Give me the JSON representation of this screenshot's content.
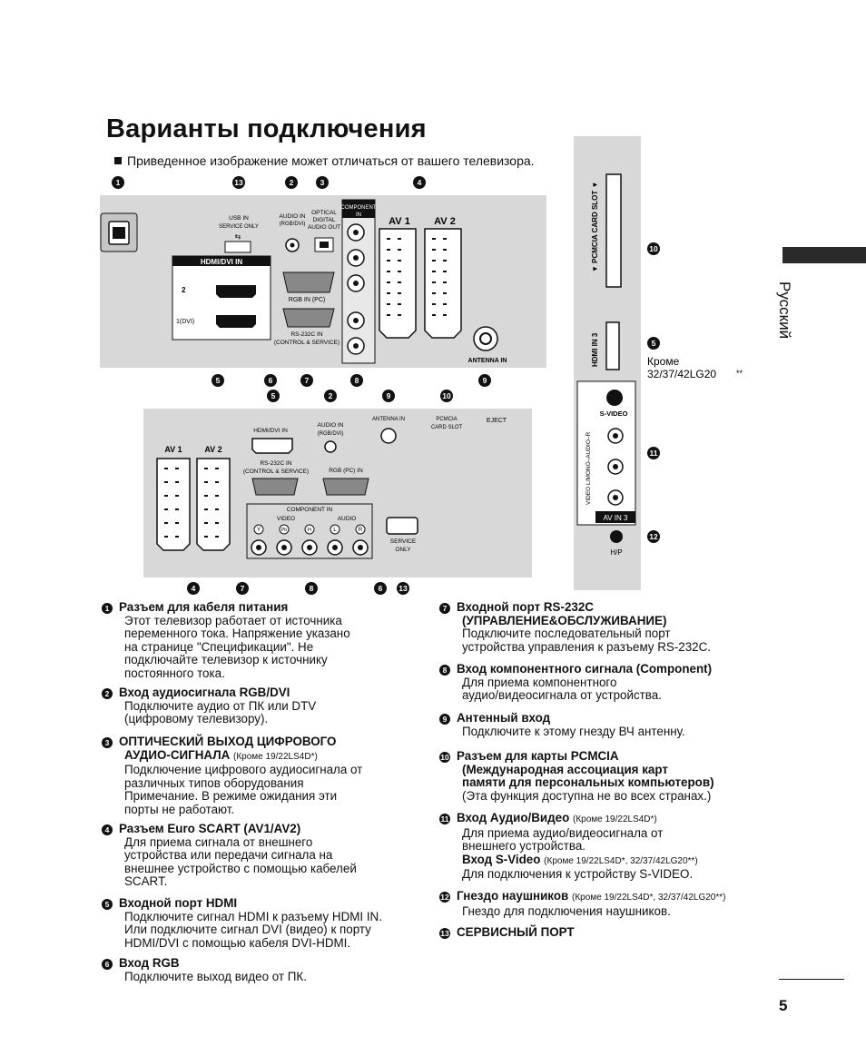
{
  "page": {
    "title": "Варианты подключения",
    "note": "Приведенное изображение может отличаться от вашего телевизора.",
    "language_tab": "Русский",
    "page_number": "5"
  },
  "diagram": {
    "labels": {
      "usb": "USB IN",
      "usb_sub": "SERVICE ONLY",
      "audio_in": "AUDIO IN",
      "audio_in_sub": "(RGB/DVI)",
      "optical1": "OPTICAL",
      "optical2": "DIGITAL",
      "optical3": "AUDIO OUT",
      "component1": "COMPONENT",
      "component2": "IN",
      "av1": "AV 1",
      "av2": "AV 2",
      "hdmi_dvi_in": "HDMI/DVI IN",
      "hdmi_2": "2",
      "hdmi_1": "1(DVI)",
      "rgb_in_pc": "RGB IN (PC)",
      "rs232_1": "RS-232C IN",
      "rs232_2": "(CONTROL & SERVICE)",
      "antenna_in": "ANTENNA IN",
      "pcmcia_slot": "▼ PCMCIA CARD SLOT ▼",
      "hdmi_in3": "HDMI IN 3",
      "except_1": "Кроме",
      "except_2": "32/37/42LG20",
      "except_stars": "**",
      "svideo": "S-VIDEO",
      "av_in3": "AV IN 3",
      "hp": "H/P",
      "side_av": "VIDEO  L/MONO–AUDIO–R",
      "b_hdmi_dvi_in": "HDMI/DVI IN",
      "b_audio_in": "AUDIO IN",
      "b_audio_in_sub": "(RGB/DVI)",
      "b_antenna_in": "ANTENNA IN",
      "b_pcmcia1": "PCMCIA",
      "b_pcmcia2": "CARD SLOT",
      "b_eject": "EJECT",
      "b_av1": "AV 1",
      "b_av2": "AV 2",
      "b_rs232_1": "RS-232C IN",
      "b_rs232_2": "(CONTROL & SERVICE)",
      "b_rgb_pc_in": "RGB (PC) IN",
      "b_component_in": "COMPONENT IN",
      "b_video": "VIDEO",
      "b_audio": "AUDIO",
      "b_y": "Y",
      "b_pb": "Pb",
      "b_pr": "Pr",
      "b_l": "L",
      "b_r": "R",
      "b_service1": "SERVICE",
      "b_service2": "ONLY"
    },
    "colors": {
      "panel": "#d8d8d8",
      "panel_dark": "#c9c9c9",
      "ink": "#111111"
    }
  },
  "items_left": [
    {
      "num": "1",
      "heading": "Разъем для кабеля питания",
      "note": "",
      "body": [
        "Этот телевизор работает от источника",
        "переменного тока. Напряжение указано",
        "на странице \"Спецификации\". Не",
        "подключайте телевизор к источнику",
        "постоянного тока."
      ]
    },
    {
      "num": "2",
      "heading": "Вход аудиосигнала RGB/DVI",
      "note": "",
      "body": [
        "Подключите аудио от ПК или DTV",
        "(цифровому телевизору)."
      ]
    },
    {
      "num": "3",
      "heading": "ОПТИЧЕСКИЙ ВЫХОД ЦИФРОВОГО",
      "heading2": "АУДИО-СИГНАЛА",
      "note": "(Кроме 19/22LS4D*)",
      "body": [
        "Подключение цифрового аудиосигнала от",
        "различных типов оборудования",
        "Примечание. В режиме ожидания эти",
        "порты не работают."
      ]
    },
    {
      "num": "4",
      "heading": "Разъем Euro SCART (AV1/AV2)",
      "note": "",
      "body": [
        "Для приема сигнала от внешнего",
        "устройства или передачи сигнала на",
        "внешнее устройство с помощью кабелей",
        "SCART."
      ]
    },
    {
      "num": "5",
      "heading": "Входной порт HDMI",
      "note": "",
      "body": [
        "Подключите сигнал HDMI к разъему HDMI IN.",
        "Или подключите сигнал DVI (видео) к порту",
        "HDMI/DVI с помощью кабеля DVI-HDMI."
      ]
    },
    {
      "num": "6",
      "heading": "Вход RGB",
      "note": "",
      "body": [
        "Подключите выход видео от ПК."
      ]
    }
  ],
  "items_right": [
    {
      "num": "7",
      "heading": "Входной порт RS-232C",
      "heading2": "(УПРАВЛЕНИЕ&ОБСЛУЖИВАНИЕ)",
      "note": "",
      "body": [
        "Подключите последовательный порт",
        "устройства управления к разъему RS-232C."
      ]
    },
    {
      "num": "8",
      "heading": "Вход компонентного сигнала (Component)",
      "note": "",
      "body": [
        "Для приема компонентного",
        "аудио/видеосигнала от устройства."
      ]
    },
    {
      "num": "9",
      "heading": "Антенный вход",
      "note": "",
      "body": [
        "Подключите к этому гнезду ВЧ антенну."
      ]
    },
    {
      "num": "10",
      "heading": "Разъем для карты PCMCIA",
      "heading2": "(Международная ассоциация карт",
      "heading3": "памяти для персональных компьютеров)",
      "note": "",
      "body": [
        "(Эта функция доступна не во всех странах.)"
      ]
    },
    {
      "num": "11",
      "heading": "Вход Аудио/Видео",
      "note": "(Кроме 19/22LS4D*)",
      "body": [
        "Для приема аудио/видеосигнала от",
        "внешнего устройства."
      ],
      "heading_b": "Вход S-Video",
      "note_b": "(Кроме 19/22LS4D*, 32/37/42LG20**)",
      "body_b": [
        "Для подключения к устройству S-VIDEO."
      ]
    },
    {
      "num": "12",
      "heading": "Гнездо наушников",
      "note": "(Кроме 19/22LS4D*, 32/37/42LG20**)",
      "body": [
        "Гнездо для подключения наушников."
      ]
    },
    {
      "num": "13",
      "heading": "СЕРВИСНЫЙ ПОРТ",
      "note": "",
      "body": []
    }
  ]
}
